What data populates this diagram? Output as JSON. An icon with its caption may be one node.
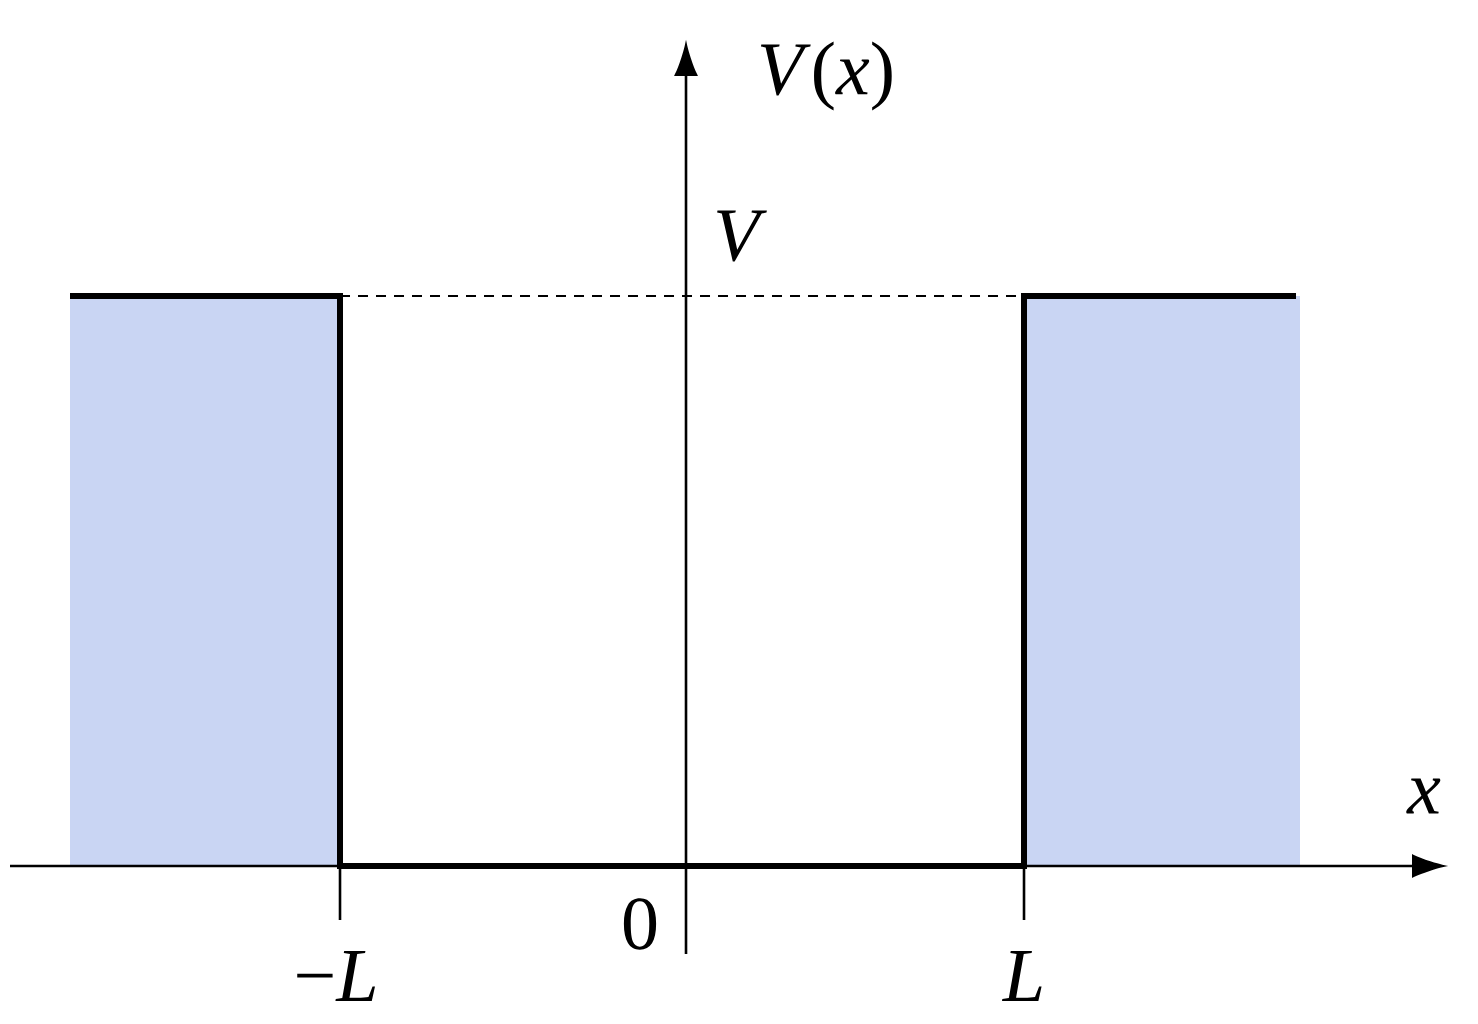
{
  "diagram": {
    "labels": [
      "*V*(*x*)",
      "*V*",
      "*x*",
      "0",
      "−*L*",
      "*L*"
    ]
  }
}
